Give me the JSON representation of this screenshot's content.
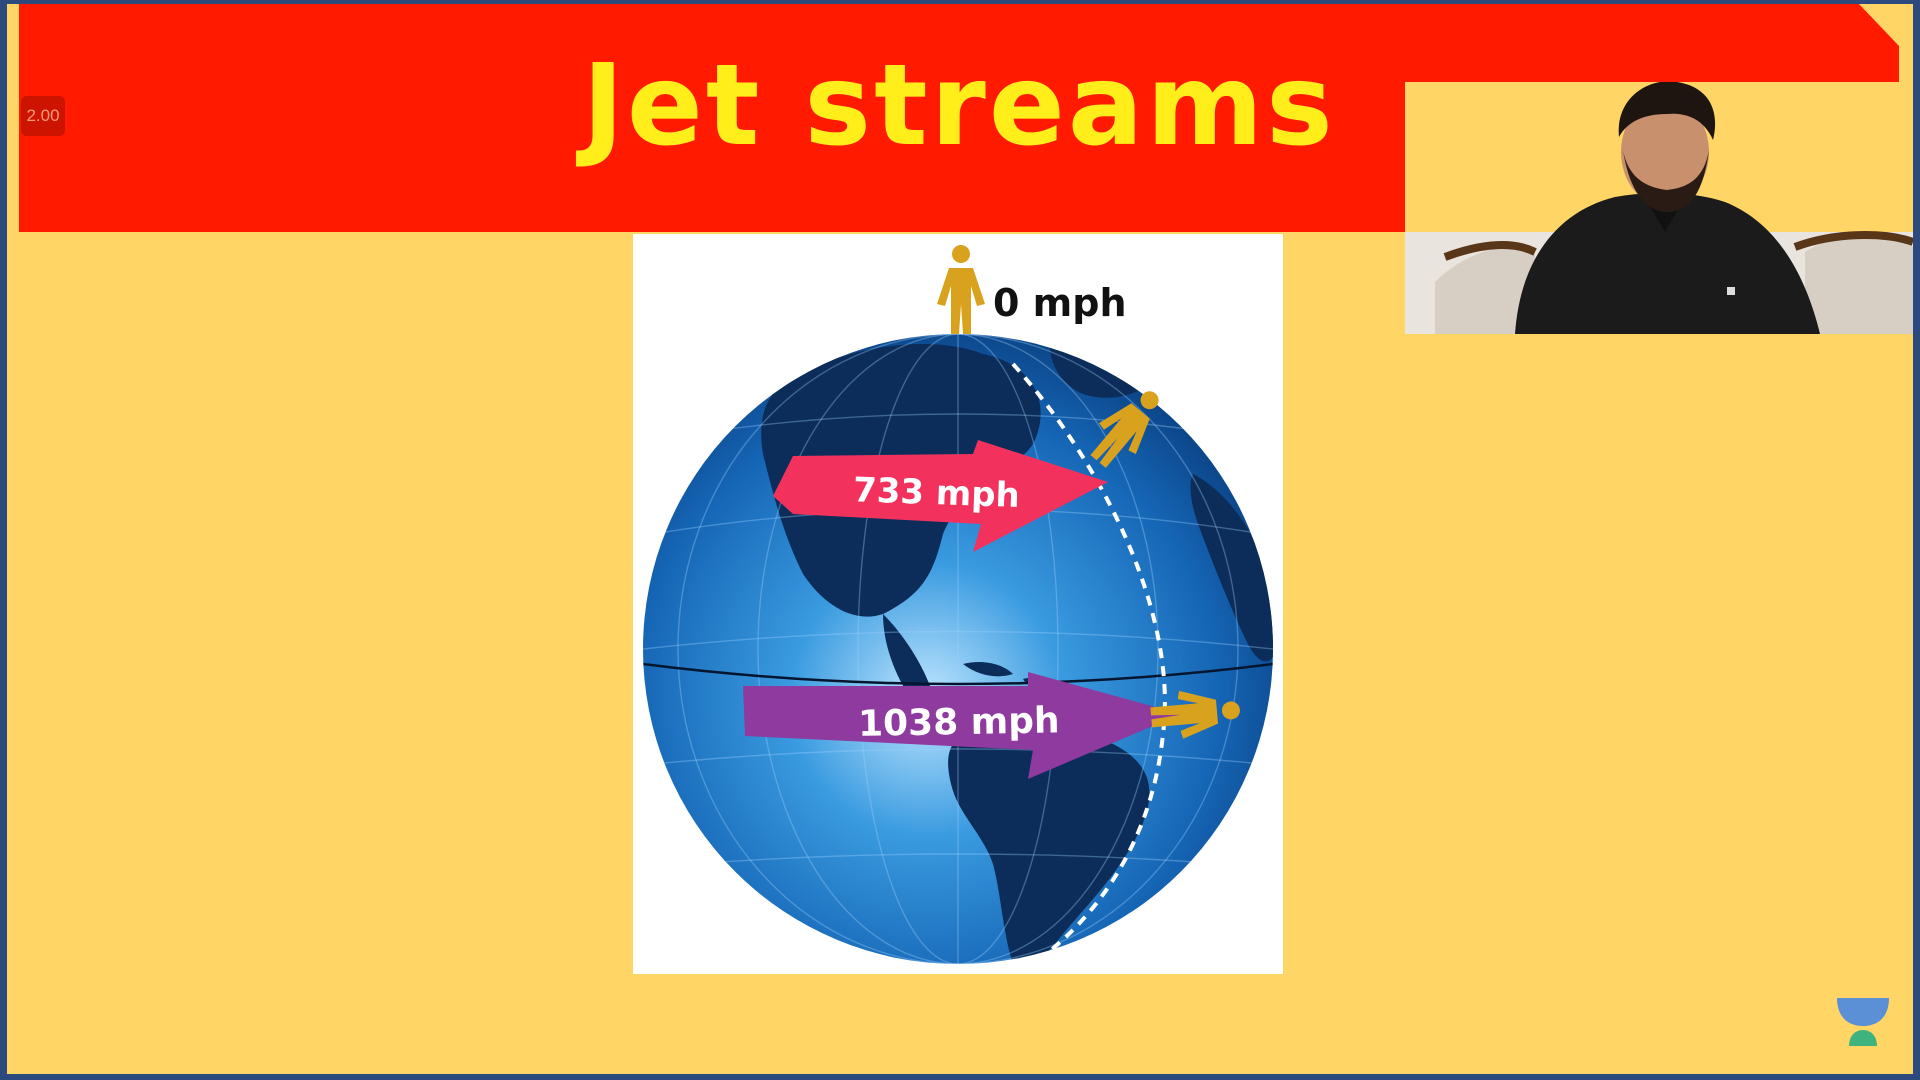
{
  "slide": {
    "title": "Jet streams",
    "background_color": "#ffd666",
    "title_bar_color": "#ff1a00",
    "title_color": "#ffee1a"
  },
  "player": {
    "playback_speed": "2.00"
  },
  "figure": {
    "top_label": "0 mph",
    "mid_arrow_label": "733 mph",
    "low_arrow_label": "1038 mph",
    "globe_color": "#1565b5",
    "land_color": "#0c2d5a",
    "mid_arrow_color": "#f2325c",
    "low_arrow_color": "#8e3a9e",
    "figure_color": "#d9a21e"
  },
  "webcam": {
    "icon": "presenter-video-feed"
  },
  "branding": {
    "icon": "unacademy-logo-icon"
  }
}
